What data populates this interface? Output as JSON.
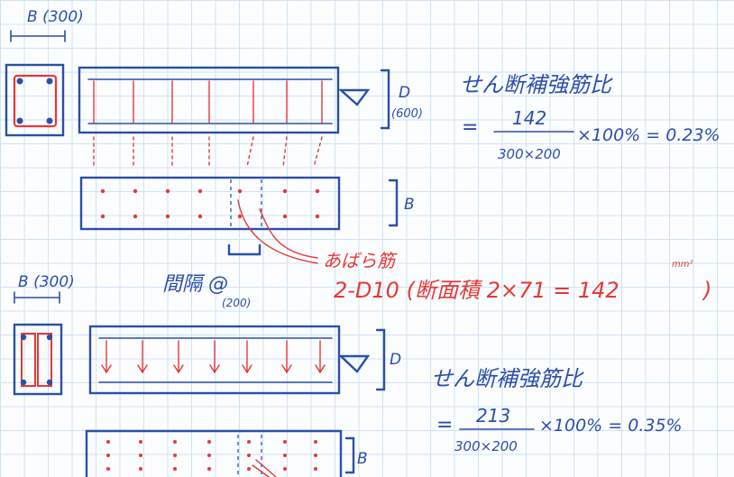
{
  "top": {
    "width_label": "B (300)",
    "depth_label": "D",
    "depth_value": "(600)",
    "plan_label": "B",
    "title": "せん断補強筋比",
    "formula": {
      "equals": "=",
      "numerator": "142",
      "denominator": "300×200",
      "tail": "×100% = 0.23%"
    }
  },
  "middle": {
    "spacing_label": "間隔 @",
    "spacing_value": "(200)",
    "stirrup_label": "あばら筋",
    "stirrup_spec": "2-D10 (断面積 2×71 = 142",
    "unit_superscript": "mm²",
    "close_paren": ")"
  },
  "bottom": {
    "width_label": "B (300)",
    "depth_label": "D",
    "plan_label": "B",
    "title": "せん断補強筋比",
    "formula": {
      "equals": "=",
      "numerator": "213",
      "denominator": "300×200",
      "tail": "×100% = 0.35%"
    }
  },
  "colors": {
    "ink_blue": "#2b4fa8",
    "ink_red": "#e53935",
    "grid": "#cfe3f3"
  }
}
